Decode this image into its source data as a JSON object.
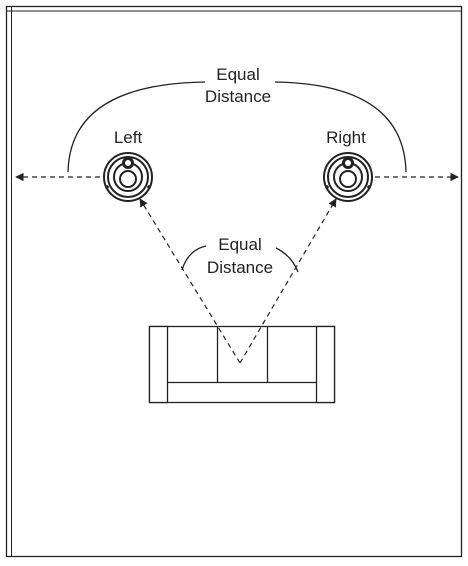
{
  "labels": {
    "top_distance_line1": "Equal",
    "top_distance_line2": "Distance",
    "mid_distance_line1": "Equal",
    "mid_distance_line2": "Distance",
    "left_speaker": "Left",
    "right_speaker": "Right"
  },
  "colors": {
    "line": "#222222",
    "background": "#ffffff"
  }
}
